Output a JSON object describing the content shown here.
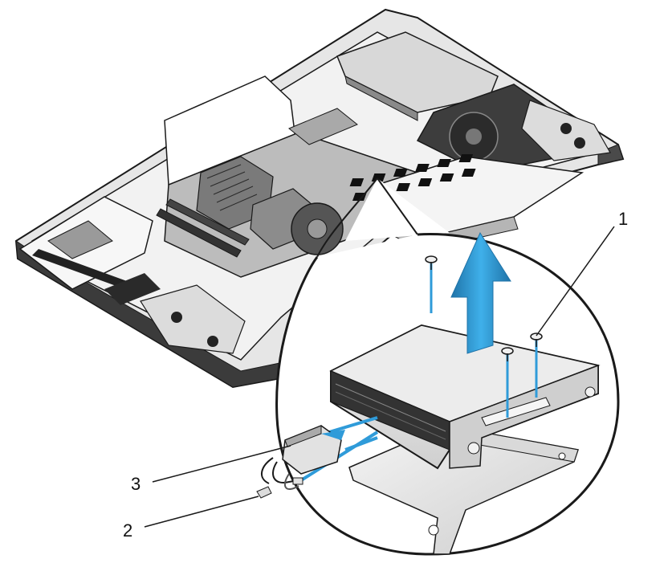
{
  "diagram": {
    "callouts": [
      {
        "id": "1",
        "label": "1"
      },
      {
        "id": "2",
        "label": "2"
      },
      {
        "id": "3",
        "label": "3"
      }
    ],
    "colors": {
      "line": "#1a1a1a",
      "chassis_light": "#e9e9e9",
      "chassis_mid": "#c9c9c9",
      "chassis_dark": "#3a3a3a",
      "board": "#bdbdbd",
      "arrow": "#2f9bd9",
      "arrow_dark": "#1f73a8"
    }
  }
}
